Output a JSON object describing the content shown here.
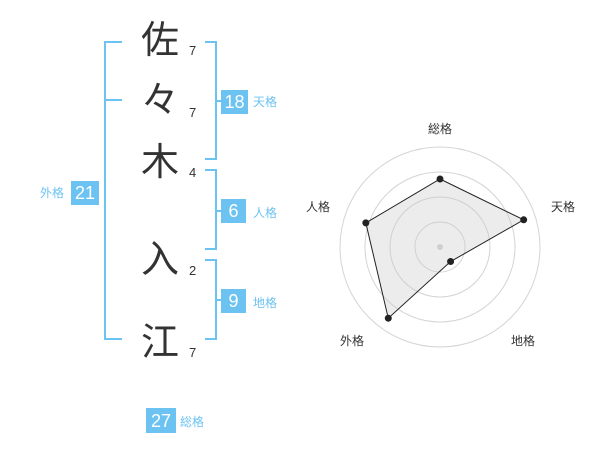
{
  "name": {
    "characters": [
      {
        "char": "佐",
        "strokes": "7"
      },
      {
        "char": "々",
        "strokes": "7"
      },
      {
        "char": "木",
        "strokes": "4"
      },
      {
        "char": "入",
        "strokes": "2"
      },
      {
        "char": "江",
        "strokes": "7"
      }
    ]
  },
  "fortune": {
    "tenkaku": {
      "value": "18",
      "label": "天格"
    },
    "jinkaku": {
      "value": "6",
      "label": "人格"
    },
    "chikaku": {
      "value": "9",
      "label": "地格"
    },
    "gaikaku": {
      "value": "21",
      "label": "外格"
    },
    "soukaku": {
      "value": "27",
      "label": "総格"
    }
  },
  "colors": {
    "accent": "#6cc3f2",
    "text": "#333333"
  },
  "chart_data": {
    "type": "radar",
    "axes": [
      "総格",
      "天格",
      "地格",
      "外格",
      "人格"
    ],
    "values": [
      0.68,
      0.88,
      0.18,
      0.88,
      0.78
    ],
    "rings": 4
  }
}
